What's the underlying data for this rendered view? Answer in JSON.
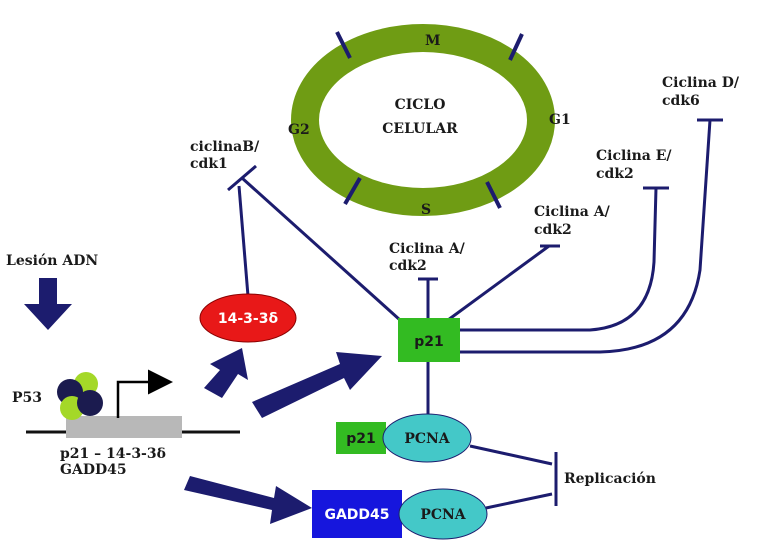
{
  "cycle": {
    "title_line1": "CICLO",
    "title_line2": "CELULAR",
    "phase_m": "M",
    "phase_g1": "G1",
    "phase_s": "S",
    "phase_g2": "G2"
  },
  "cyclins": {
    "b_line1": "ciclinaB/",
    "b_line2": "cdk1",
    "a1_line1": "Ciclina A/",
    "a1_line2": "cdk2",
    "a2_line1": "Ciclina A/",
    "a2_line2": "cdk2",
    "e_line1": "Ciclina E/",
    "e_line2": "cdk2",
    "d_line1": "Ciclina D/",
    "d_line2": "cdk6"
  },
  "nodes": {
    "lesion": "Lesión ADN",
    "p53": "P53",
    "gene_line1": "p21 – 14-3-3δ",
    "gene_line2": "GADD45",
    "protein_1433": "14-3-3δ",
    "p21": "p21",
    "p21_small": "p21",
    "pcna_1": "PCNA",
    "gadd45": "GADD45",
    "pcna_2": "PCNA",
    "replication": "Replicación"
  },
  "colors": {
    "cycle_ring": "#6f9c14",
    "arrow": "#1c1c6e",
    "p21_box": "#33bb22",
    "pcna": "#44c8c8",
    "gadd45_box": "#1616dd",
    "protein_1433": "#e81818"
  }
}
